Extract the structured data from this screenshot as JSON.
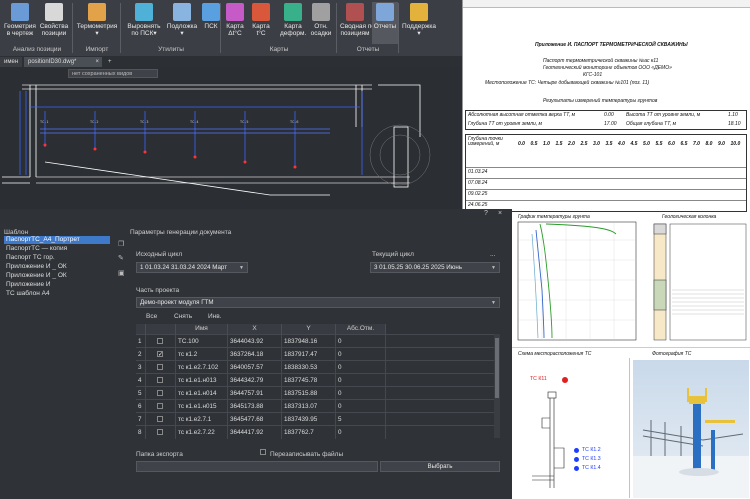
{
  "ribbon": {
    "buttons": [
      {
        "label": "Геометрия\nв чертеж",
        "icon": "geometry-icon"
      },
      {
        "label": "Свойства\nпозиции",
        "icon": "properties-icon"
      },
      {
        "label": "Термометрия\n▾",
        "icon": "thermometry-icon"
      },
      {
        "label": "Выровнять\nпо ПСК▾",
        "icon": "align-icon"
      },
      {
        "label": "Подложка\n▾",
        "icon": "underlay-icon"
      },
      {
        "label": "ПСК",
        "icon": "ucs-icon"
      },
      {
        "label": "Карта\nΔt°C",
        "icon": "map-dt-icon"
      },
      {
        "label": "Карта\nt°C",
        "icon": "map-t-icon"
      },
      {
        "label": "Карта\nдеформ.",
        "icon": "map-deform-icon"
      },
      {
        "label": "Отн.\nосадки",
        "icon": "settlement-icon"
      },
      {
        "label": "Сводная по\nпозициям",
        "icon": "summary-icon"
      },
      {
        "label": "Отчеты",
        "icon": "reports-icon"
      },
      {
        "label": "Поддержка\n▾",
        "icon": "support-icon"
      }
    ],
    "groups": [
      "Анализ позиции",
      "Импорт",
      "Утилиты",
      "Карты",
      "Отчеты"
    ]
  },
  "tabs": {
    "doc_tab_prefix": "имен",
    "doc_tab": "positionID30.dwg*",
    "close_glyph": "×",
    "add_glyph": "+",
    "viewport_label": "нет сохраненных видов"
  },
  "doc": {
    "title": "Приложение И. ПАСПОРТ ТЕРМОМЕТРИЧЕСКОЙ СКВАЖИНЫ",
    "subtitle1": "Паспорт термометрической скважины №ас к11",
    "subtitle2": "Геотехнический мониторинг объектов ООО «ДЕМО»",
    "subtitle3": "КГС-101",
    "location": "Местоположение ТС: Четыре добывающей скважины №101 (поз. 11)",
    "results": "Результаты измерений температуры грунтов",
    "row1": "Абсолютная высотная отметка верха ТТ, м",
    "row1_val": "0.00",
    "row1b": "Высота ТТ от уровня земли, м",
    "row1b_val": "1.10",
    "row2": "Глубина ТТ от уровня земли, м",
    "row2_val": "17.00",
    "row2b": "Общая глубина ТТ, м",
    "row2b_val": "18.10",
    "depth_header": "Глубина точки измерений, м",
    "depths": [
      "0.0",
      "0.5",
      "1.0",
      "1.5",
      "2.0",
      "2.5",
      "3.0",
      "3.5",
      "4.0",
      "4.5",
      "5.0",
      "5.5",
      "6.0",
      "6.5",
      "7.0",
      "8.0",
      "9.0",
      "10.0"
    ],
    "dates": [
      "01.03.24",
      "07.08.24",
      "09.02.25",
      "24.06.25"
    ]
  },
  "dialog": {
    "close_glyph": "×",
    "help_glyph": "?",
    "template_header": "Шаблон",
    "templates": [
      "ПаспортТС_А4_Портрет",
      "ПаспортТС — копия",
      "Паспорт ТС гор.",
      "Приложение И _ ОК",
      "Приложение И _ ОК",
      "Приложение И",
      "ТС шаблон А4"
    ],
    "params_header": "Параметры генерации документа",
    "source_label": "Исходный цикл",
    "source_value": "1 01.03.24 31.03.24 2024 Март",
    "current_label": "Текущий цикл",
    "current_value": "3 01.05.25 30.06.25 2025 Июнь",
    "more_glyph": "...",
    "project_label": "Часть проекта",
    "project_value": "Демо-проект модуля ГТМ",
    "all_btn": "Все",
    "clear_btn": "Снять",
    "invert_btn": "Инв.",
    "columns": [
      "",
      "",
      "Имя",
      "X",
      "Y",
      "Абс.Отм."
    ],
    "rows": [
      {
        "n": "1",
        "checked": false,
        "name": "ТС.100",
        "x": "3644043.92",
        "y": "1837948.16",
        "z": "0"
      },
      {
        "n": "2",
        "checked": true,
        "name": "тс к1.2",
        "x": "3637264.18",
        "y": "1837917.47",
        "z": "0"
      },
      {
        "n": "3",
        "checked": false,
        "name": "тс к1.е2.7.102",
        "x": "3640057.57",
        "y": "1838330.53",
        "z": "0"
      },
      {
        "n": "4",
        "checked": false,
        "name": "тс к1.е1.н013",
        "x": "3644342.79",
        "y": "1837745.78",
        "z": "0"
      },
      {
        "n": "5",
        "checked": false,
        "name": "тс к1.е1.н014",
        "x": "3644757.91",
        "y": "1837515.88",
        "z": "0"
      },
      {
        "n": "6",
        "checked": false,
        "name": "тс к1.е1.н015",
        "x": "3645173.88",
        "y": "1837313.07",
        "z": "0"
      },
      {
        "n": "7",
        "checked": false,
        "name": "тс к1.е2.7.1",
        "x": "3645477.68",
        "y": "1837439.95",
        "z": "5"
      },
      {
        "n": "8",
        "checked": false,
        "name": "тс к1.е2.7.22",
        "x": "3644417.92",
        "y": "1837762.7",
        "z": "0"
      }
    ],
    "export_label": "Папка экспорта",
    "overwrite_label": "Перезаписывать файлы",
    "choose_btn": "Выбрать"
  },
  "panels": {
    "graph_title": "График температуры грунта",
    "geo_title": "Геологическая колонка",
    "scheme_title": "Схема месторасположения ТС",
    "photo_title": "Фотография ТС",
    "red_label": "ТС К11",
    "blue_labels": [
      "ТС К1.2",
      "ТС К1.3",
      "ТС К1.4"
    ]
  },
  "colors": {
    "accent": "#3f79c9",
    "ribbon_bg": "#3b3f45",
    "dialog_bg": "#2f3237",
    "marker_red": "#e02020",
    "marker_blue": "#1c3cff"
  }
}
